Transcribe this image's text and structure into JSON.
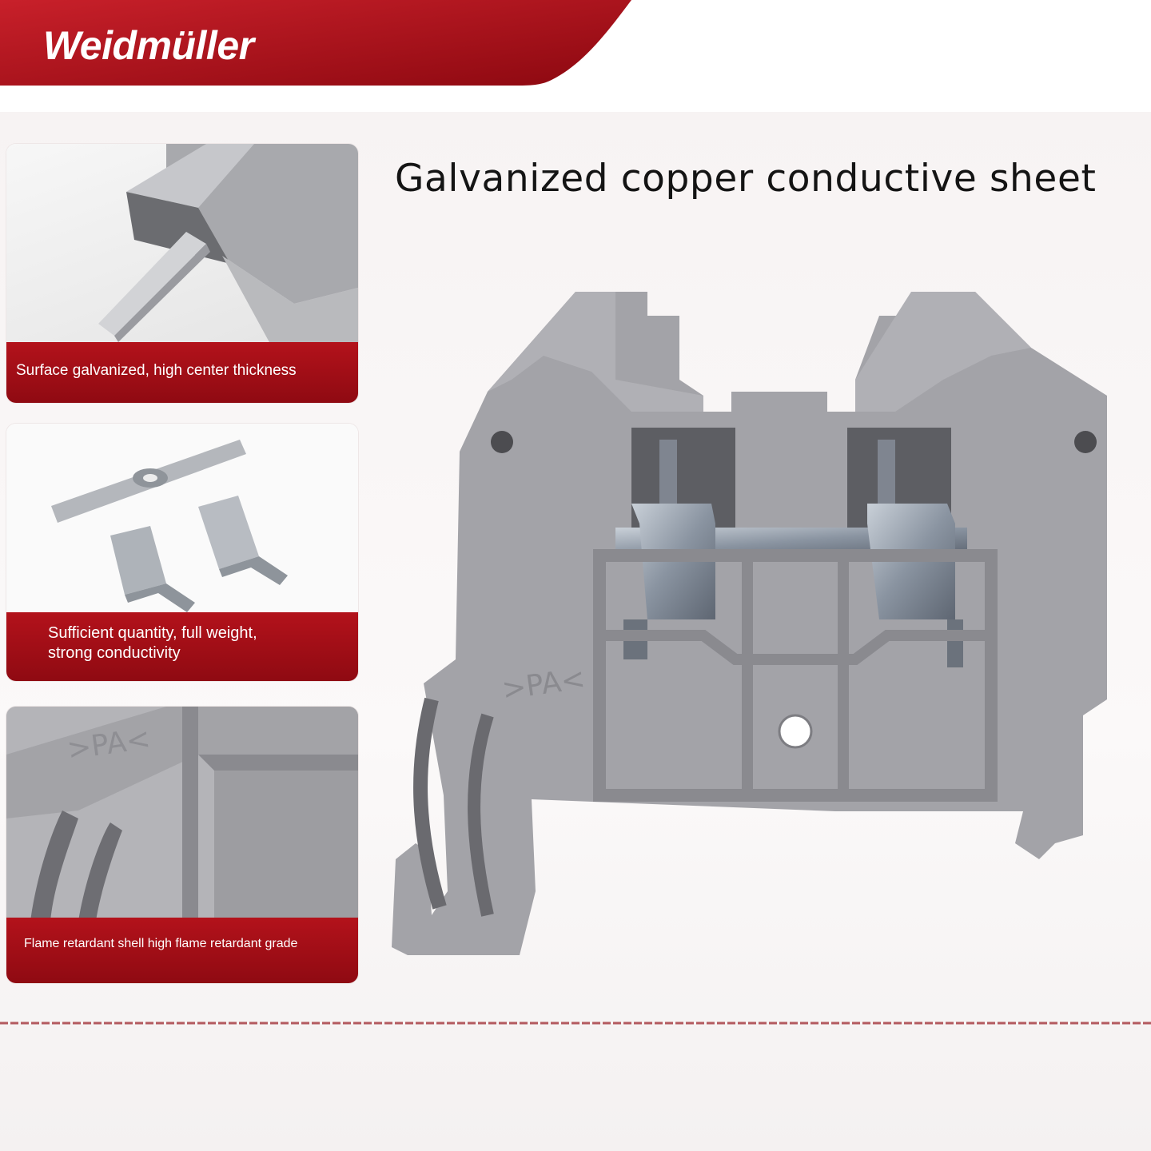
{
  "brand": {
    "name": "Weidmüller",
    "colors": {
      "banner": "#a8111a",
      "banner_light": "#c8202a",
      "accent": "#b3121b"
    }
  },
  "headline": "Galvanized copper conductive sheet",
  "features": [
    {
      "caption_lines": [
        "Surface galvanized, high center thickness"
      ],
      "icon": "conductor-strip-photo"
    },
    {
      "caption_lines": [
        "Sufficient quantity, full weight,",
        "strong conductivity"
      ],
      "icon": "conductor-parts-photo"
    },
    {
      "caption_lines": [
        "Flame retardant shell high flame retardant grade"
      ],
      "icon": "housing-closeup-photo"
    }
  ],
  "product": {
    "molding_mark": ">PA<",
    "colors": {
      "housing": "#a4a4a8",
      "housing_dark": "#7c7c82",
      "metal": "#8d96a3"
    }
  }
}
